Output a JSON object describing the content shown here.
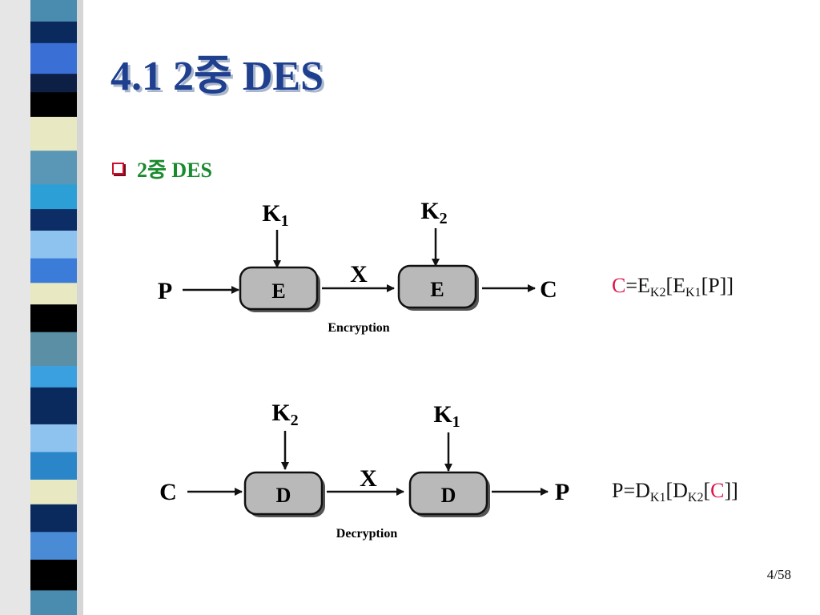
{
  "slide": {
    "title": "4.1 2중 DES",
    "bullet": "2중 DES",
    "page_number": "4/58"
  },
  "diagram": {
    "encryption": {
      "caption": "Encryption",
      "input": "P",
      "output": "C",
      "intermediate": "X",
      "box1": "E",
      "box2": "E",
      "key1": {
        "main": "K",
        "sub": "1"
      },
      "key2": {
        "main": "K",
        "sub": "2"
      }
    },
    "decryption": {
      "caption": "Decryption",
      "input": "C",
      "output": "P",
      "intermediate": "X",
      "box1": "D",
      "box2": "D",
      "key1": {
        "main": "K",
        "sub": "2"
      },
      "key2": {
        "main": "K",
        "sub": "1"
      }
    }
  },
  "formulas": {
    "encryption": {
      "c": "C",
      "eq_e": "=E",
      "k2": "K2",
      "br_e": "[E",
      "k1": "K1",
      "tail": "[P]]"
    },
    "decryption": {
      "p_eq_d": "P=D",
      "k1": "K1",
      "br_d": "[D",
      "k2": "K2",
      "open": "[",
      "c": "C",
      "close": "]]"
    }
  },
  "colors": {
    "title": "#1f3f8f",
    "bullet_text": "#1a8a2e",
    "bullet_marker": "#c8102e",
    "highlight": "#e0144c",
    "box_fill": "#b9b9b9"
  },
  "stripe_pattern": [
    {
      "color": "#4a8bb0",
      "h": 0.035
    },
    {
      "color": "#0a2a5e",
      "h": 0.035
    },
    {
      "color": "#3a6fd6",
      "h": 0.05
    },
    {
      "color": "#0d1f44",
      "h": 0.03
    },
    {
      "color": "#000000",
      "h": 0.04
    },
    {
      "color": "#e8e8c2",
      "h": 0.055
    },
    {
      "color": "#5a96b6",
      "h": 0.055
    },
    {
      "color": "#2b9fd6",
      "h": 0.04
    },
    {
      "color": "#0d2d66",
      "h": 0.035
    },
    {
      "color": "#8fc3ef",
      "h": 0.045
    },
    {
      "color": "#3a7cd8",
      "h": 0.04
    },
    {
      "color": "#e8e8c2",
      "h": 0.035
    },
    {
      "color": "#000000",
      "h": 0.045
    },
    {
      "color": "#5a8fa6",
      "h": 0.055
    },
    {
      "color": "#3aa0e0",
      "h": 0.035
    },
    {
      "color": "#0a2a5e",
      "h": 0.06
    },
    {
      "color": "#8fc3ef",
      "h": 0.045
    },
    {
      "color": "#2b86c9",
      "h": 0.045
    },
    {
      "color": "#e8e8c2",
      "h": 0.04
    },
    {
      "color": "#0a2a5e",
      "h": 0.045
    },
    {
      "color": "#4a8bd6",
      "h": 0.045
    },
    {
      "color": "#000000",
      "h": 0.05
    }
  ]
}
